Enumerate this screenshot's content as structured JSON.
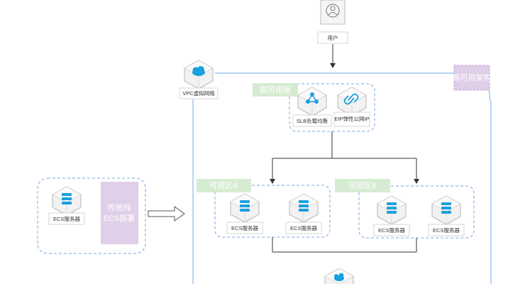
{
  "diagram": {
    "user_label": "用户",
    "vpc_label": "VPC虚拟网络",
    "ha_arch_label": "高可用架构",
    "ha_version_label": "高可用版",
    "slb_label": "SLB负载均衡",
    "eip_label": "EIP弹性公网IP",
    "zone_a_label": "可用区A",
    "zone_b_label": "可用区B",
    "ecs_label": "ECS服务器",
    "traditional_line1": "传统纯",
    "traditional_line2": "ECS部署"
  },
  "colors": {
    "accent_blue": "#1a9fe0",
    "green_tag": "#d6ecd2",
    "purple_tag": "#e0cfe8",
    "dashed_border": "#7aa7e0",
    "vpc_line": "#8db8ef"
  }
}
